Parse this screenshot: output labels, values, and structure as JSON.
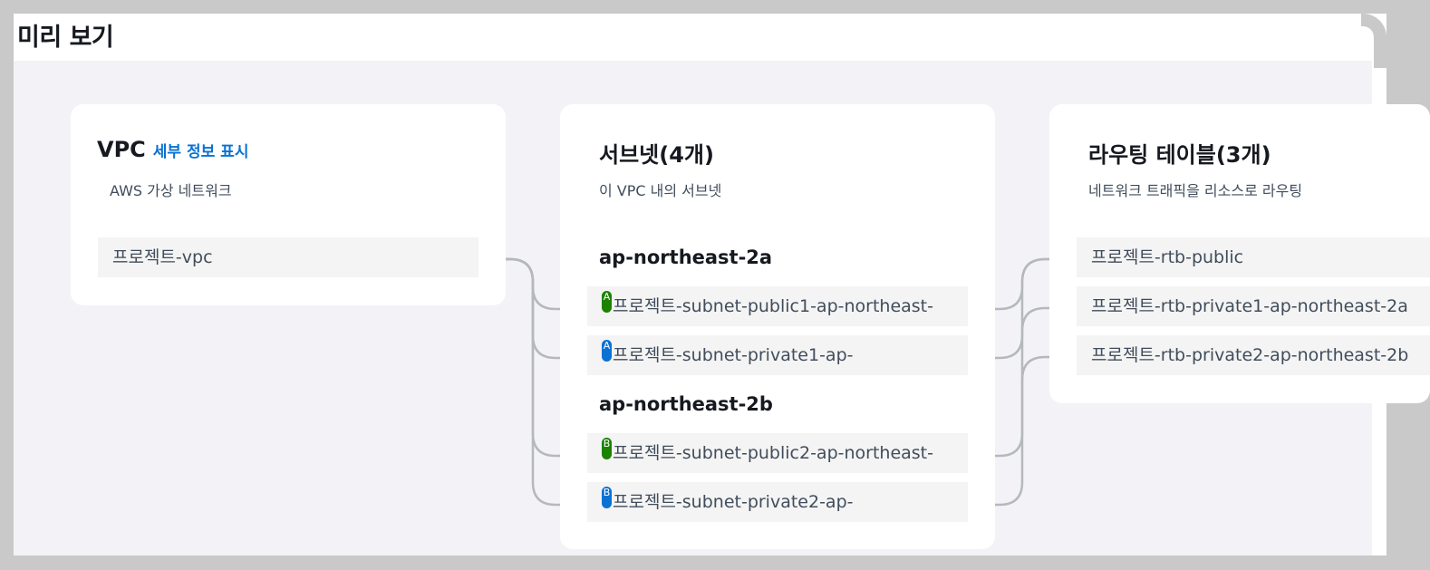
{
  "title": "미리 보기",
  "vpc": {
    "heading": "VPC",
    "link": "세부 정보 표시",
    "subtitle": "AWS 가상 네트워크",
    "name": "프로젝트-vpc"
  },
  "subnets": {
    "heading": "서브넷(4개)",
    "subtitle": "이 VPC 내의 서브넷",
    "zones": [
      {
        "name": "ap-northeast-2a",
        "items": [
          {
            "badge": "A",
            "badge_color": "#1d8102",
            "label": "프로젝트-subnet-public1-ap-northeast-"
          },
          {
            "badge": "A",
            "badge_color": "#0972d3",
            "label": "프로젝트-subnet-private1-ap-"
          }
        ]
      },
      {
        "name": "ap-northeast-2b",
        "items": [
          {
            "badge": "B",
            "badge_color": "#1d8102",
            "label": "프로젝트-subnet-public2-ap-northeast-"
          },
          {
            "badge": "B",
            "badge_color": "#0972d3",
            "label": "프로젝트-subnet-private2-ap-"
          }
        ]
      }
    ]
  },
  "route_tables": {
    "heading": "라우팅 테이블(3개)",
    "subtitle": "네트워크 트래픽을 리소스로 라우팅",
    "items": [
      {
        "label": "프로젝트-rtb-public"
      },
      {
        "label": "프로젝트-rtb-private1-ap-northeast-2a"
      },
      {
        "label": "프로젝트-rtb-private2-ap-northeast-2b"
      }
    ]
  },
  "colors": {
    "public_badge": "#1d8102",
    "private_badge": "#0972d3",
    "link": "#0972d3",
    "connector": "#aab0b8"
  }
}
